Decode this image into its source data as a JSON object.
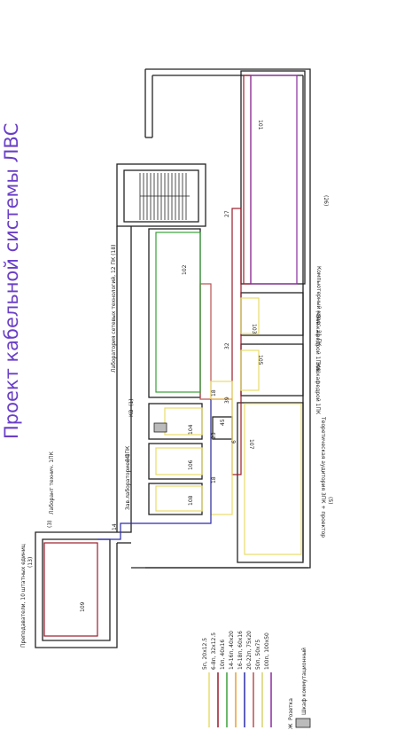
{
  "title": "Проект кабельной системы ЛВС",
  "rooms": {
    "computer_class": "Компьютерный класс, 21 ПК",
    "computer_class_sub": "(26)",
    "network_lab": "Лаборатория сетевых технологий, 12 ПК (18)",
    "head1": "Зав.кафедрой 1ПК",
    "head1_sub": "(4)",
    "head2": "Зав.кафедрой 1ПК",
    "head2_sub": "(6)",
    "kv": "КВ",
    "kv_sub": "(1)",
    "lab_head": "Зав.лабораторией 1ПК",
    "lab_head_sub": "(4)",
    "lab_tech": "Лаборант технич. 1ПК",
    "lab_tech_sub": "(3)",
    "theory": "Теоретическая аудитория 3ПК + проектор",
    "theory_sub": "(5)",
    "teachers": "Преподаватели, 10 штатных единиц",
    "teachers_sub": "(13)"
  },
  "room_numbers": [
    "101",
    "102",
    "103",
    "104",
    "105",
    "106",
    "107",
    "108",
    "109"
  ],
  "cable_numbers": [
    "27",
    "32",
    "39",
    "45",
    "18",
    "18",
    "23",
    "6",
    "14"
  ],
  "legend": {
    "items": [
      {
        "label": "5п, 20x12.5",
        "color": "#e8dc6a"
      },
      {
        "label": "6-8п, 32x12.5",
        "color": "#9b1b2a"
      },
      {
        "label": "10п, 40x16",
        "color": "#3aa03a"
      },
      {
        "label": "14-16п, 40x20",
        "color": "#e8a030"
      },
      {
        "label": "16-18п, 60x16",
        "color": "#2a2aa8"
      },
      {
        "label": "20-22п, 75x20",
        "color": "#b85050"
      },
      {
        "label": "50п, 50x75",
        "color": "#d8d070"
      },
      {
        "label": "100п, 100x50",
        "color": "#8a2aa0"
      }
    ],
    "socket_label": "Розетка",
    "cabinet_label": "Шкаф коммутационный"
  },
  "colors": {
    "title": "#6a3fc8",
    "wall": "#222222"
  }
}
